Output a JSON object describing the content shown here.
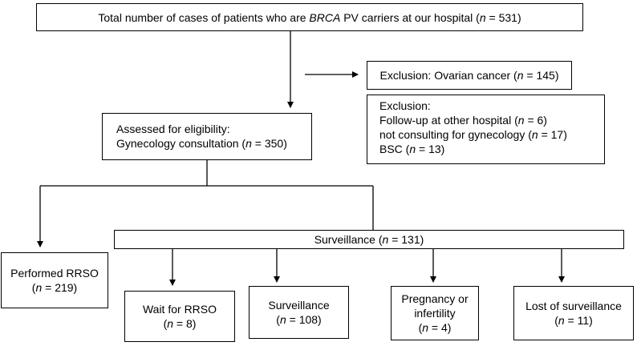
{
  "nodes": {
    "total": {
      "pre": "Total number of cases of patients who are ",
      "ital": "BRCA",
      "post": " PV carriers at our hospital (",
      "n": "n",
      "tail": " = 531)"
    },
    "excl_ovarian": {
      "pre": "Exclusion: Ovarian cancer (",
      "n": "n",
      "tail": " = 145)"
    },
    "excl_other": {
      "title": "Exclusion:",
      "l1_pre": "Follow-up at other hospital (",
      "l1_n": "n",
      "l1_tail": " = 6)",
      "l2_pre": "not consulting for gynecology (",
      "l2_n": "n",
      "l2_tail": " = 17)",
      "l3_pre": "BSC (",
      "l3_n": "n",
      "l3_tail": " = 13)"
    },
    "assessed": {
      "l1": "Assessed for eligibility:",
      "l2_pre": "Gynecology consultation (",
      "l2_n": "n",
      "l2_tail": " = 350)"
    },
    "surveillance_header": {
      "pre": "Surveillance (",
      "n": "n",
      "tail": " = 131)"
    },
    "rrso": {
      "l1": "Performed RRSO",
      "l2_pre": "(",
      "l2_n": "n",
      "l2_tail": " = 219)"
    },
    "wait": {
      "l1": "Wait for RRSO",
      "l2_pre": "(",
      "l2_n": "n",
      "l2_tail": " = 8)"
    },
    "surv": {
      "l1": "Surveillance",
      "l2_pre": "(",
      "l2_n": "n",
      "l2_tail": " = 108)"
    },
    "preg": {
      "l1": "Pregnancy or",
      "l2": "infertility",
      "l3_pre": "(",
      "l3_n": "n",
      "l3_tail": " = 4)"
    },
    "lost": {
      "l1": "Lost of surveillance",
      "l2_pre": "(",
      "l2_n": "n",
      "l2_tail": " = 11)"
    }
  }
}
